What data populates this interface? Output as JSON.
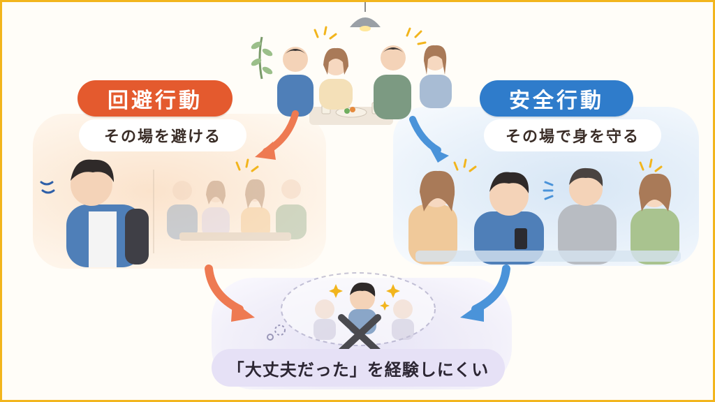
{
  "left_panel": {
    "title": "回避行動",
    "subtitle": "その場を避ける",
    "accent": "#e45a2e",
    "background": "#fdecd9"
  },
  "right_panel": {
    "title": "安全行動",
    "subtitle": "その場で身を守る",
    "accent": "#2f7ccb",
    "background": "#e3eef9"
  },
  "result": {
    "label": "「大丈夫だった」を経験しにくい",
    "mark": "cross-icon",
    "background": "#e6e1f6"
  },
  "top_scene": {
    "description_icon": "group-conversation-illustration"
  },
  "colors": {
    "frame": "#f2b51d",
    "arrow_left": "#ee7a52",
    "arrow_right": "#4a93d9"
  }
}
